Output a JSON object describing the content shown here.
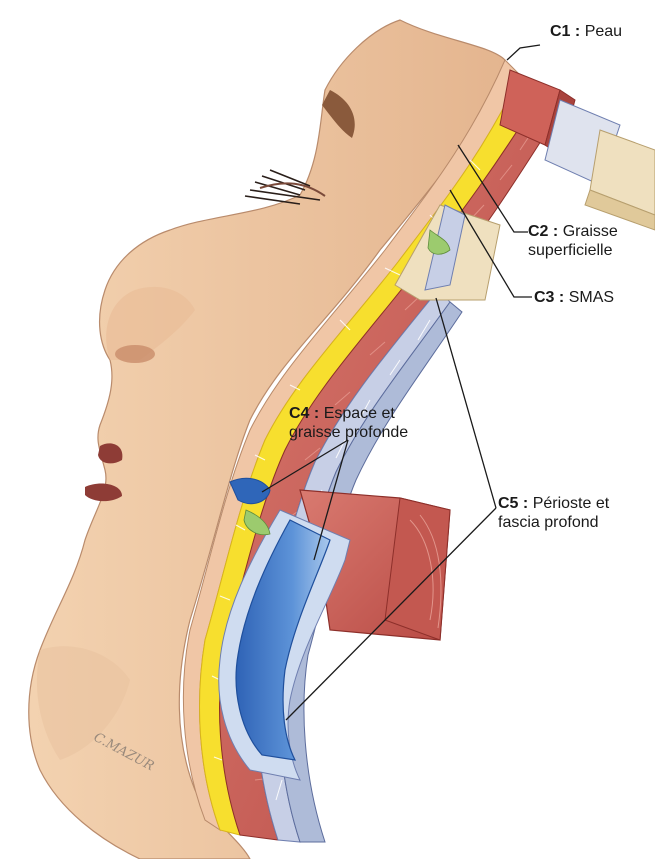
{
  "labels": {
    "c1": {
      "code": "C1 :",
      "text": "Peau"
    },
    "c2": {
      "code": "C2 :",
      "text": "Graisse",
      "line2": "superficielle"
    },
    "c3": {
      "code": "C3 :",
      "text": "SMAS"
    },
    "c4": {
      "code": "C4 :",
      "text": "Espace et",
      "line2": "graisse profonde"
    },
    "c5": {
      "code": "C5 :",
      "text": "Périoste et",
      "line2": "fascia profond"
    }
  },
  "signature": "C.MAZUR",
  "colors": {
    "skin": "#efcaa4",
    "fat": "#f7df2e",
    "muscle": "#c95a52",
    "smas": "#b8c2dc",
    "deep_fat": "#3f78c4",
    "bone": "#efe0bf",
    "outline": "#7a4a3a"
  }
}
